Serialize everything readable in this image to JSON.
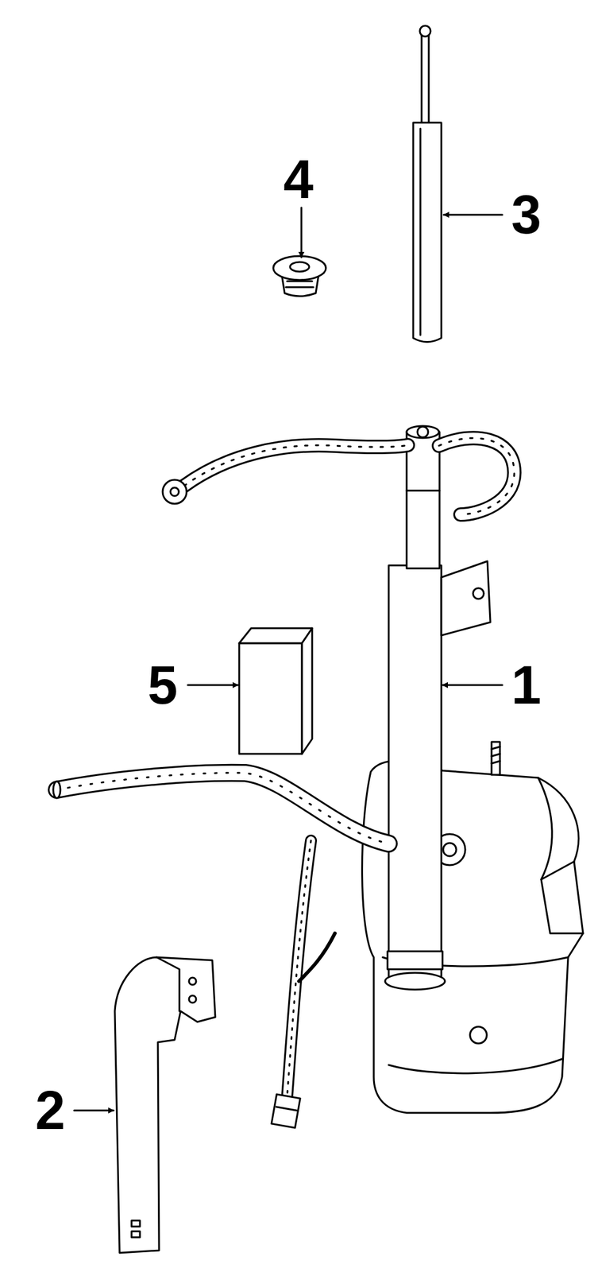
{
  "diagram": {
    "labels": [
      "4",
      "3",
      "5",
      "1",
      "2"
    ]
  }
}
